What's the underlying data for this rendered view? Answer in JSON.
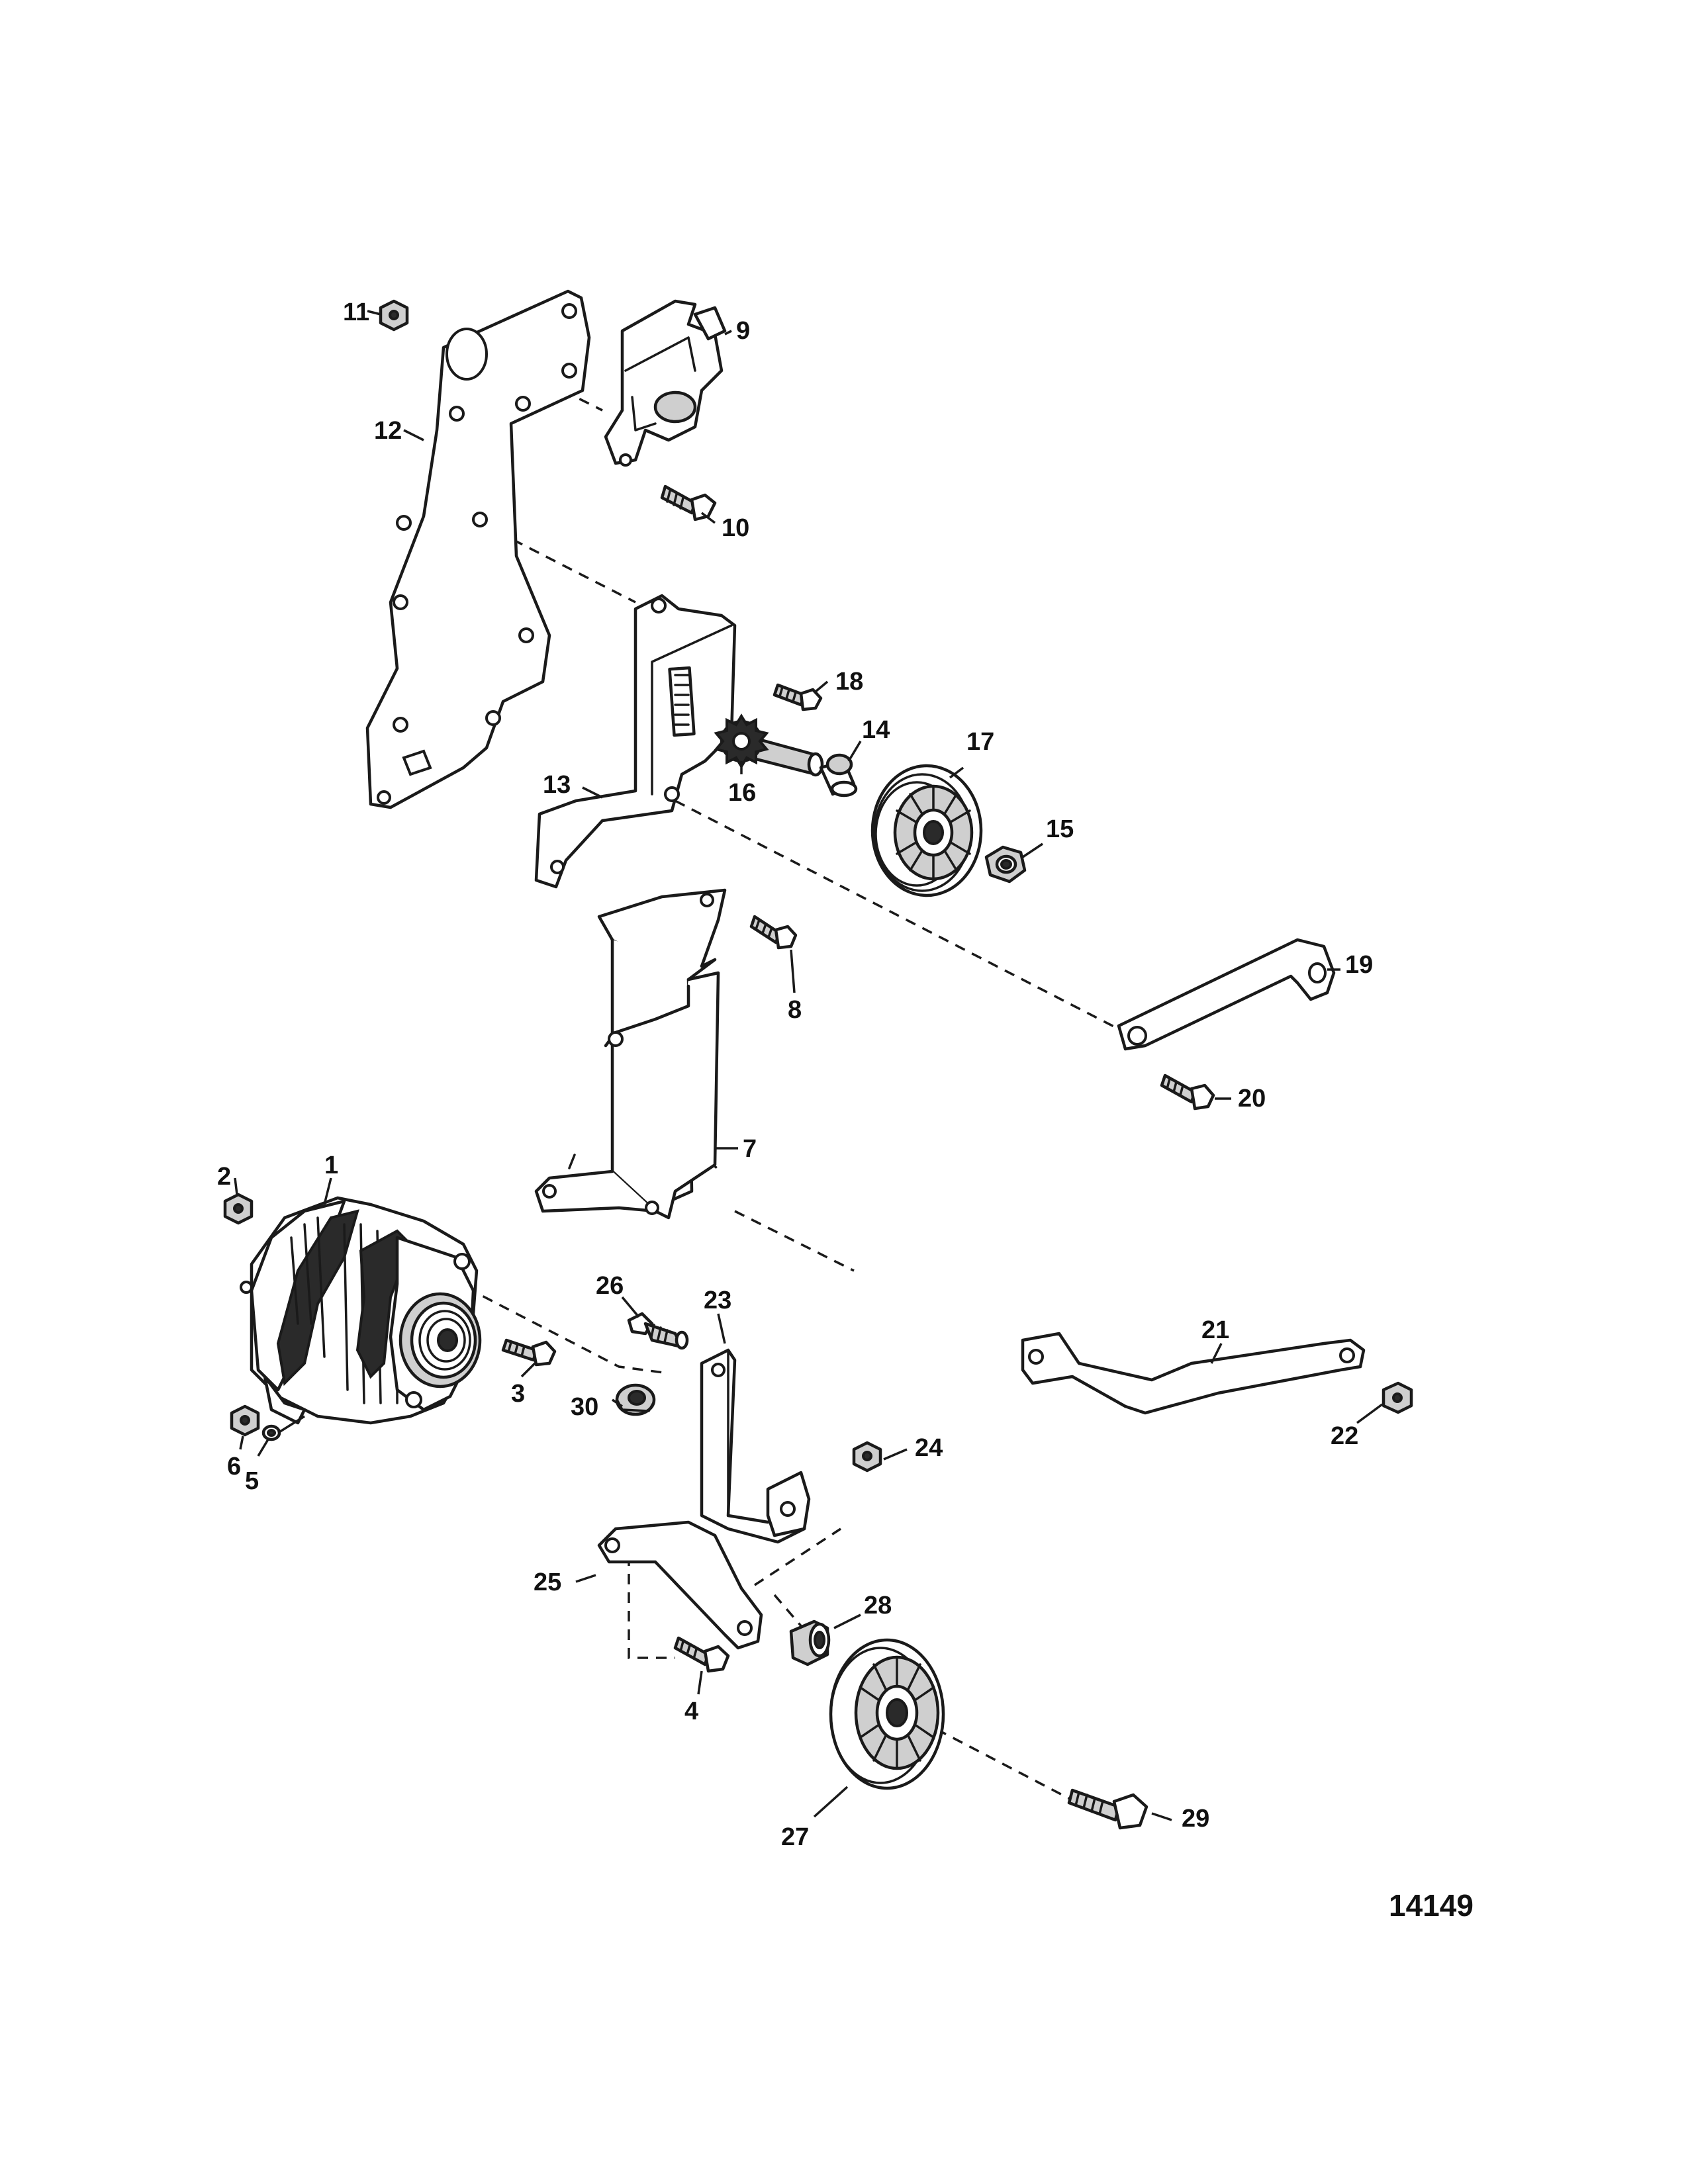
{
  "figure_number": "14149",
  "callouts": {
    "c1": "1",
    "c2": "2",
    "c3": "3",
    "c4": "4",
    "c5": "5",
    "c6": "6",
    "c7": "7",
    "c8": "8",
    "c9": "9",
    "c10": "10",
    "c11": "11",
    "c12": "12",
    "c13": "13",
    "c14": "14",
    "c15": "15",
    "c16": "16",
    "c17": "17",
    "c18": "18",
    "c19": "19",
    "c20": "20",
    "c21": "21",
    "c22": "22",
    "c23": "23",
    "c24": "24",
    "c25": "25",
    "c26": "26",
    "c27": "27",
    "c28": "28",
    "c29": "29",
    "c30": "30"
  }
}
